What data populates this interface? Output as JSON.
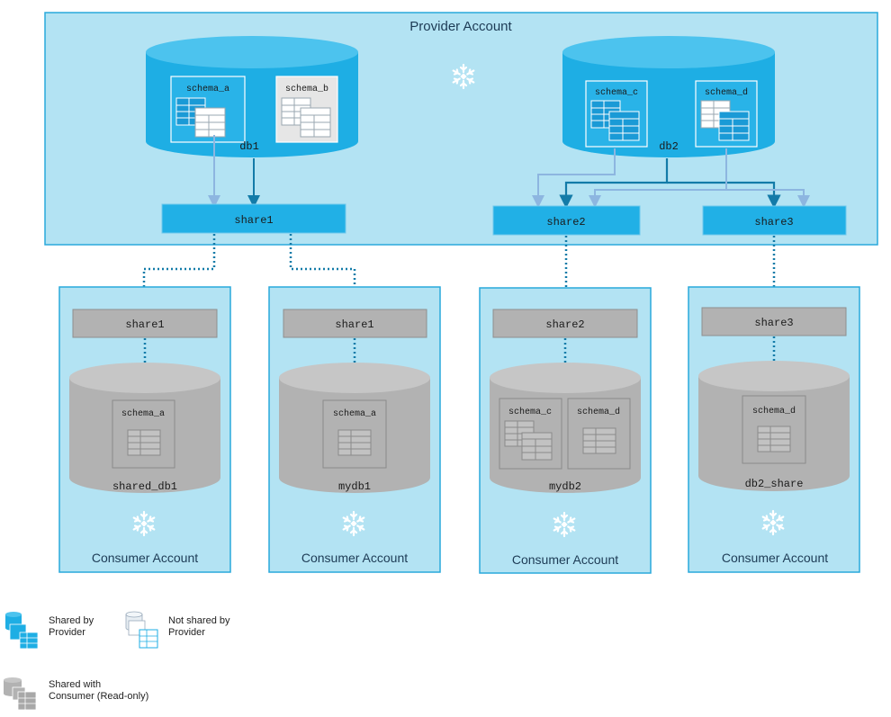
{
  "provider": {
    "title": "Provider Account",
    "db1": {
      "name": "db1",
      "schemas": [
        "schema_a",
        "schema_b"
      ]
    },
    "db2": {
      "name": "db2",
      "schemas": [
        "schema_c",
        "schema_d"
      ]
    },
    "shares": [
      "share1",
      "share2",
      "share3"
    ]
  },
  "consumers": [
    {
      "title": "Consumer Account",
      "share": "share1",
      "db": "shared_db1",
      "schemas": [
        "schema_a"
      ]
    },
    {
      "title": "Consumer Account",
      "share": "share1",
      "db": "mydb1",
      "schemas": [
        "schema_a"
      ]
    },
    {
      "title": "Consumer Account",
      "share": "share2",
      "db": "mydb2",
      "schemas": [
        "schema_c",
        "schema_d"
      ]
    },
    {
      "title": "Consumer Account",
      "share": "share3",
      "db": "db2_share",
      "schemas": [
        "schema_d"
      ]
    }
  ],
  "legend": {
    "shared_by_provider": [
      "Shared by",
      "Provider"
    ],
    "not_shared_by_provider": [
      "Not shared by",
      "Provider"
    ],
    "shared_with_consumer": [
      "Shared with",
      "Consumer (Read-only)"
    ]
  },
  "colors": {
    "provider_bg": "#b3e3f3",
    "provider_border": "#29a9db",
    "db_blue": "#1eaee4",
    "db_blue_top": "#4cc3ee",
    "share_blue": "#21b0e6",
    "consumer_gray": "#b2b2b2",
    "consumer_gray_top": "#c6c6c6",
    "arrow_dark": "#137ba8",
    "arrow_light": "#8db6e0"
  }
}
